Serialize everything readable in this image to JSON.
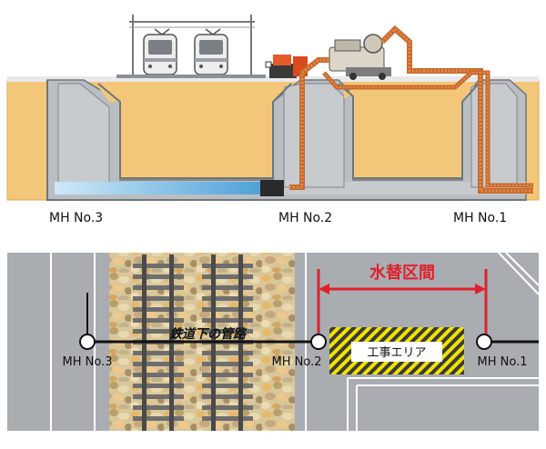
{
  "section": {
    "labels": {
      "mh3": "MH No.3",
      "mh2": "MH No.2",
      "mh1": "MH No.1"
    },
    "colors": {
      "soil": "#F3C77A",
      "soil_edge": "#D9A84F",
      "concrete": "#C8CBCE",
      "concrete_edge": "#80868C",
      "water": "#6FB6E3",
      "hose": "#E48A4A"
    }
  },
  "plan": {
    "labels": {
      "interval": "水替区間",
      "pipe_under_rail": "鉄道下の管路",
      "work_area": "工事エリア",
      "mh3": "MH No.3",
      "mh2": "MH No.2",
      "mh1": "MH No.1"
    },
    "colors": {
      "road": "#A9ADB2",
      "road_line": "#FFFFFF",
      "interval": "#E0202A",
      "pipe": "#111111",
      "hatch_yellow": "#F2E200",
      "hatch_dark": "#3A3A3A"
    }
  },
  "icons": {
    "trains": "train-icon",
    "pump": "pump-icon",
    "generator": "generator-icon"
  }
}
